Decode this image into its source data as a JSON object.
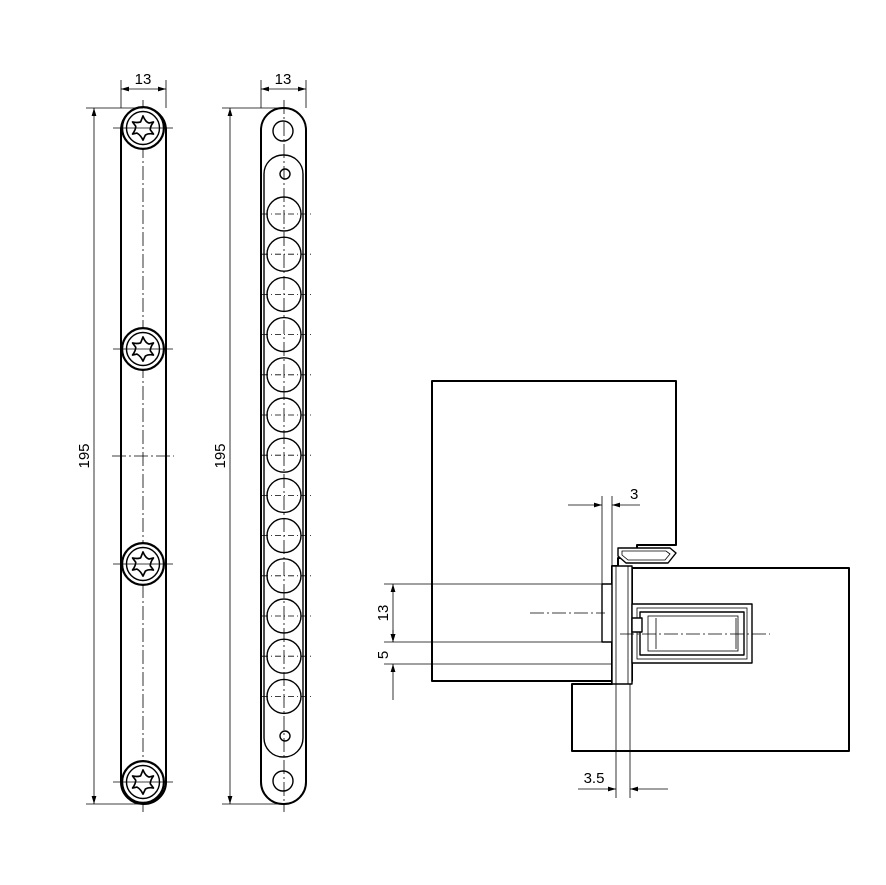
{
  "drawing": {
    "strip_screws": {
      "width_label": "13",
      "length_label": "195",
      "screw_count": 4
    },
    "strip_holes": {
      "width_label": "13",
      "length_label": "195",
      "hole_count": 13
    },
    "section": {
      "dim_top": "3",
      "dim_height": "13",
      "dim_offset": "5",
      "dim_bottom": "3.5"
    }
  }
}
